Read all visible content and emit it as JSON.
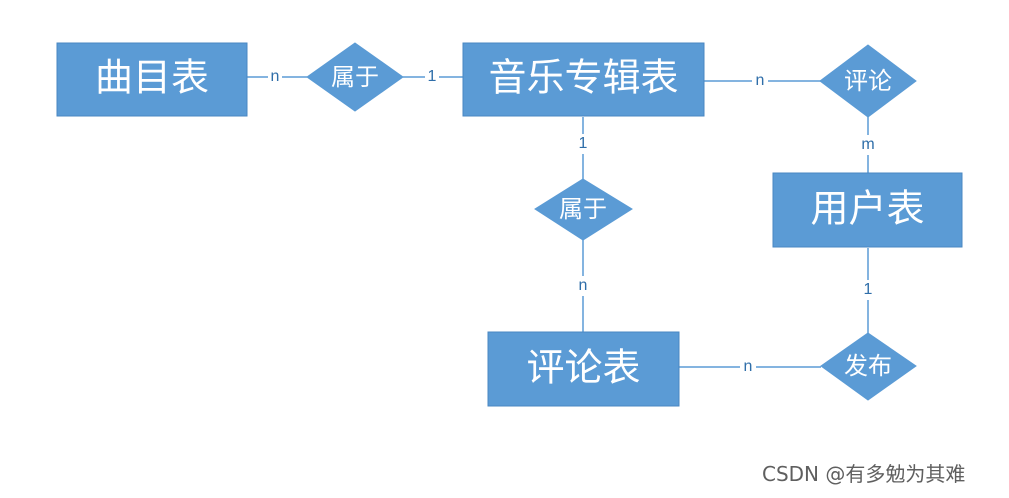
{
  "entities": {
    "track_table": "曲目表",
    "album_table": "音乐专辑表",
    "user_table": "用户表",
    "comment_table": "评论表"
  },
  "relationships": {
    "belongs_track_album": "属于",
    "comment_album_user": "评论",
    "belongs_album_comment": "属于",
    "publish_user_comment": "发布"
  },
  "cardinalities": {
    "track_side": "n",
    "album_side_track": "1",
    "album_side_comment_relation": "n",
    "user_side_comment_relation": "m",
    "album_side_comment_entity": "1",
    "comment_side_album": "n",
    "user_side_publish": "1",
    "comment_side_publish": "n"
  },
  "watermark": "CSDN @有多勉为其难"
}
